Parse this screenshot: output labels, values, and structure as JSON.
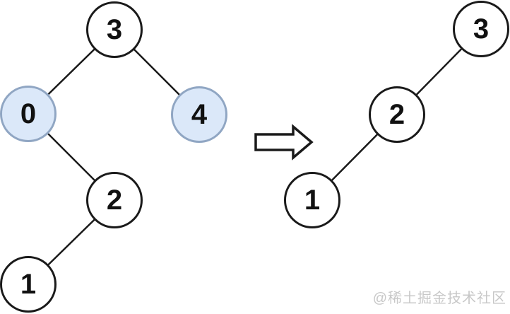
{
  "diagram": {
    "type": "binary-tree-transformation",
    "before_tree": {
      "nodes": [
        {
          "label": "3",
          "highlighted": false
        },
        {
          "label": "0",
          "highlighted": true
        },
        {
          "label": "4",
          "highlighted": true
        },
        {
          "label": "2",
          "highlighted": false
        },
        {
          "label": "1",
          "highlighted": false
        }
      ],
      "edges": [
        [
          "3",
          "0"
        ],
        [
          "3",
          "4"
        ],
        [
          "0",
          "2"
        ],
        [
          "2",
          "1"
        ]
      ]
    },
    "after_tree": {
      "nodes": [
        {
          "label": "3",
          "highlighted": false
        },
        {
          "label": "2",
          "highlighted": false
        },
        {
          "label": "1",
          "highlighted": false
        }
      ],
      "edges": [
        [
          "3",
          "2"
        ],
        [
          "2",
          "1"
        ]
      ]
    },
    "colors": {
      "highlight_fill": "#dbe8f9",
      "highlight_border": "#90a6c3",
      "node_fill": "#ffffff",
      "node_border": "#1a1a1a",
      "edge": "#1a1a1a",
      "watermark": "#c8c8c8"
    },
    "watermark": "@稀土掘金技术社区"
  }
}
